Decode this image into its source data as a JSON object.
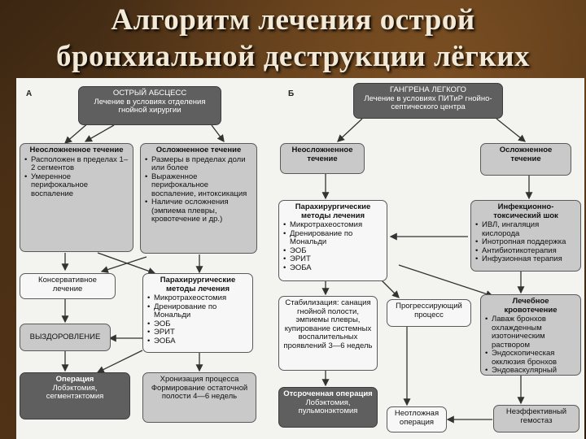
{
  "title": {
    "line1": "Алгоритм лечения острой",
    "line2": "бронхиальной деструкции лёгких"
  },
  "panel_a": {
    "letter": "А",
    "top": {
      "heading": "ОСТРЫЙ АБСЦЕСС",
      "text": "Лечение в условиях отделения гнойной хирургии"
    },
    "uncomplicated": {
      "heading": "Неосложненное течение",
      "items": [
        "Расположен в пределах 1–2 сегментов",
        "Умеренное перифокальное воспаление"
      ]
    },
    "complicated": {
      "heading": "Осложненное течение",
      "items": [
        "Размеры в пределах доли или более",
        "Выраженное перифокальное воспаление, интоксикация",
        "Наличие осложнения (эмпиема плевры, кровотечение и др.)"
      ]
    },
    "conservative": "Консервативное лечение",
    "para": {
      "heading": "Парахирургические методы лечения",
      "items": [
        "Микротрахеостомия",
        "Дренирование по Мональди",
        "ЭОБ",
        "ЭРИТ",
        "ЭОБА"
      ]
    },
    "recovery": "ВЫЗДОРОВЛЕНИЕ",
    "operation": {
      "heading": "Операция",
      "text": "Лобэктомия, сегментэктомия"
    },
    "chronic": "Хронизация процесса Формирование остаточной полости 4—6 недель"
  },
  "panel_b": {
    "letter": "Б",
    "top": {
      "heading": "ГАНГРЕНА ЛЕГКОГО",
      "text": "Лечение в условиях ПИТиР гнойно-септического центра"
    },
    "uncomplicated": "Неосложненное течение",
    "complicated": "Осложненное течение",
    "para": {
      "heading": "Парахирургические методы лечения",
      "items": [
        "Микротрахеостомия",
        "Дренирование по Мональди",
        "ЭОБ",
        "ЭРИТ",
        "ЭОБА"
      ]
    },
    "shock": {
      "heading": "Инфекционно-токсический шок",
      "items": [
        "ИВЛ, ингаляция кислорода",
        "Инотропная поддержка",
        "Антибиотикотерапия",
        "Инфузионная терапия"
      ]
    },
    "stabilization": "Стабилизация: санация гнойной полости, эмпиемы плевры, купирование системных воспалительных проявлений 3—6 недель",
    "progressive": "Прогрессирующий процесс",
    "bleeding": {
      "heading": "Лечебное кровотечение",
      "items": [
        "Лаваж бронхов охлажденным изотоническим раствором",
        "Эндоскопическая окклюзия бронхов",
        "Эндоваскулярный гемостаз"
      ]
    },
    "delayed": {
      "heading": "Отсроченная операция",
      "text": "Лобэктомия, пульмонэктомия"
    },
    "urgent": "Неотложная операция",
    "ineffective": "Неэффективный гемостаз"
  }
}
